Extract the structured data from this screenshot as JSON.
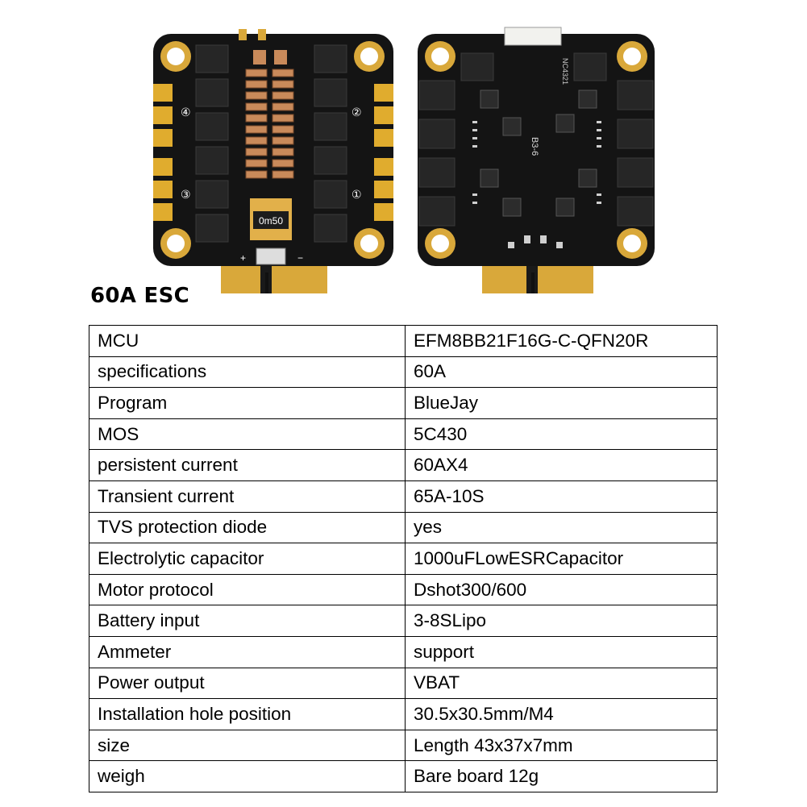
{
  "image": {
    "board_silkscreen": {
      "shunt_label": "0m50",
      "plus": "+",
      "minus": "−",
      "motor_numbers": [
        "④",
        "②",
        "③",
        "①"
      ],
      "back_marking": "B3-6",
      "connector_marking": "NC4321"
    }
  },
  "title": "60A ESC",
  "specs": [
    {
      "label": "MCU",
      "value": "EFM8BB21F16G-C-QFN20R"
    },
    {
      "label": "specifications",
      "value": "60A"
    },
    {
      "label": "Program",
      "value": "BlueJay"
    },
    {
      "label": "MOS",
      "value": "5C430"
    },
    {
      "label": "persistent current",
      "value": "60AX4"
    },
    {
      "label": "Transient current",
      "value": "65A-10S"
    },
    {
      "label": "TVS protection diode",
      "value": "yes"
    },
    {
      "label": "Electrolytic capacitor",
      "value": "1000uFLowESRCapacitor"
    },
    {
      "label": "Motor protocol",
      "value": "Dshot300/600"
    },
    {
      "label": "Battery input",
      "value": "3-8SLipo"
    },
    {
      "label": "Ammeter",
      "value": "support"
    },
    {
      "label": "Power output",
      "value": "VBAT"
    },
    {
      "label": "Installation hole position",
      "value": "30.5x30.5mm/M4"
    },
    {
      "label": "size",
      "value": "Length 43x37x7mm"
    },
    {
      "label": "weigh",
      "value": "Bare board 12g"
    }
  ]
}
